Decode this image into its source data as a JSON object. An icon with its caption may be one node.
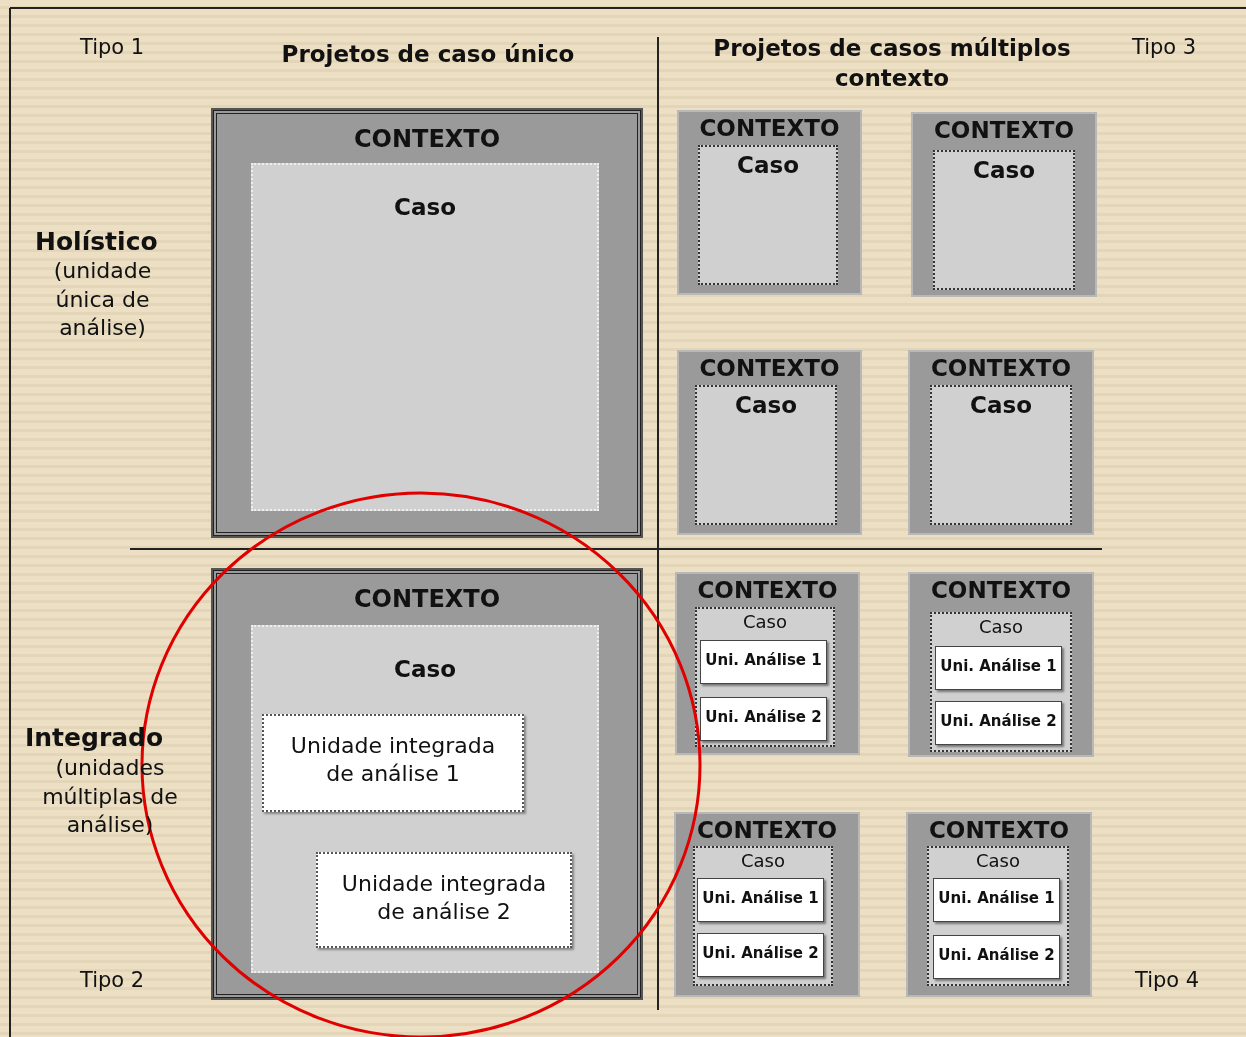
{
  "diagram": {
    "nodes": [
      {
        "text": [
          "CONTEXTO"
        ]
      },
      {
        "text": [
          "Caso"
        ],
        "in": 0
      },
      {
        "text": [
          "CONTEXTO"
        ]
      },
      {
        "text": [
          "Caso"
        ],
        "in": 2
      },
      {
        "text": [
          "CONTEXTO"
        ]
      },
      {
        "text": [
          "Caso"
        ],
        "in": 4
      },
      {
        "text": [
          "CONTEXTO"
        ]
      },
      {
        "text": [
          "Caso"
        ],
        "in": 6
      },
      {
        "text": [
          "CONTEXTO"
        ]
      },
      {
        "text": [
          "Caso"
        ],
        "in": 8
      },
      {
        "text": [
          "CONTEXTO"
        ]
      },
      {
        "text": [
          "Caso"
        ],
        "in": 10
      },
      {
        "text": [
          "Unidade integrada de análise 1"
        ],
        "in": 11
      },
      {
        "text": [
          "Unidade integrada de análise 2"
        ],
        "in": 11
      },
      {
        "text": [
          "CONTEXTO"
        ]
      },
      {
        "text": [
          "Caso"
        ],
        "in": 14
      },
      {
        "text": [
          "Uni. Análise 1"
        ],
        "in": 15
      },
      {
        "text": [
          "Uni. Análise 2"
        ],
        "in": 15
      },
      {
        "text": [
          "CONTEXTO"
        ]
      },
      {
        "text": [
          "Caso"
        ],
        "in": 18
      },
      {
        "text": [
          "Uni. Análise 1"
        ],
        "in": 19
      },
      {
        "text": [
          "Uni. Análise 2"
        ],
        "in": 19
      },
      {
        "text": [
          "CONTEXTO"
        ]
      },
      {
        "text": [
          "Caso"
        ],
        "in": 22
      },
      {
        "text": [
          "Uni. Análise 1"
        ],
        "in": 23
      },
      {
        "text": [
          "Uni. Análise 2"
        ],
        "in": 23
      },
      {
        "text": [
          "CONTEXTO"
        ]
      },
      {
        "text": [
          "Caso"
        ],
        "in": 26
      },
      {
        "text": [
          "Uni. Análise 1"
        ],
        "in": 27
      },
      {
        "text": [
          "Uni. Análise 2"
        ],
        "in": 27
      }
    ],
    "labels": [
      "Tipo 1",
      "Projetos de caso único",
      "Projetos de casos múltiplos contexto",
      "Tipo 3",
      "Holístico",
      "(unidade única de análise)",
      "Integrado",
      "(unidades múltiplas de análise)",
      "Tipo 2",
      "Tipo 4"
    ]
  }
}
